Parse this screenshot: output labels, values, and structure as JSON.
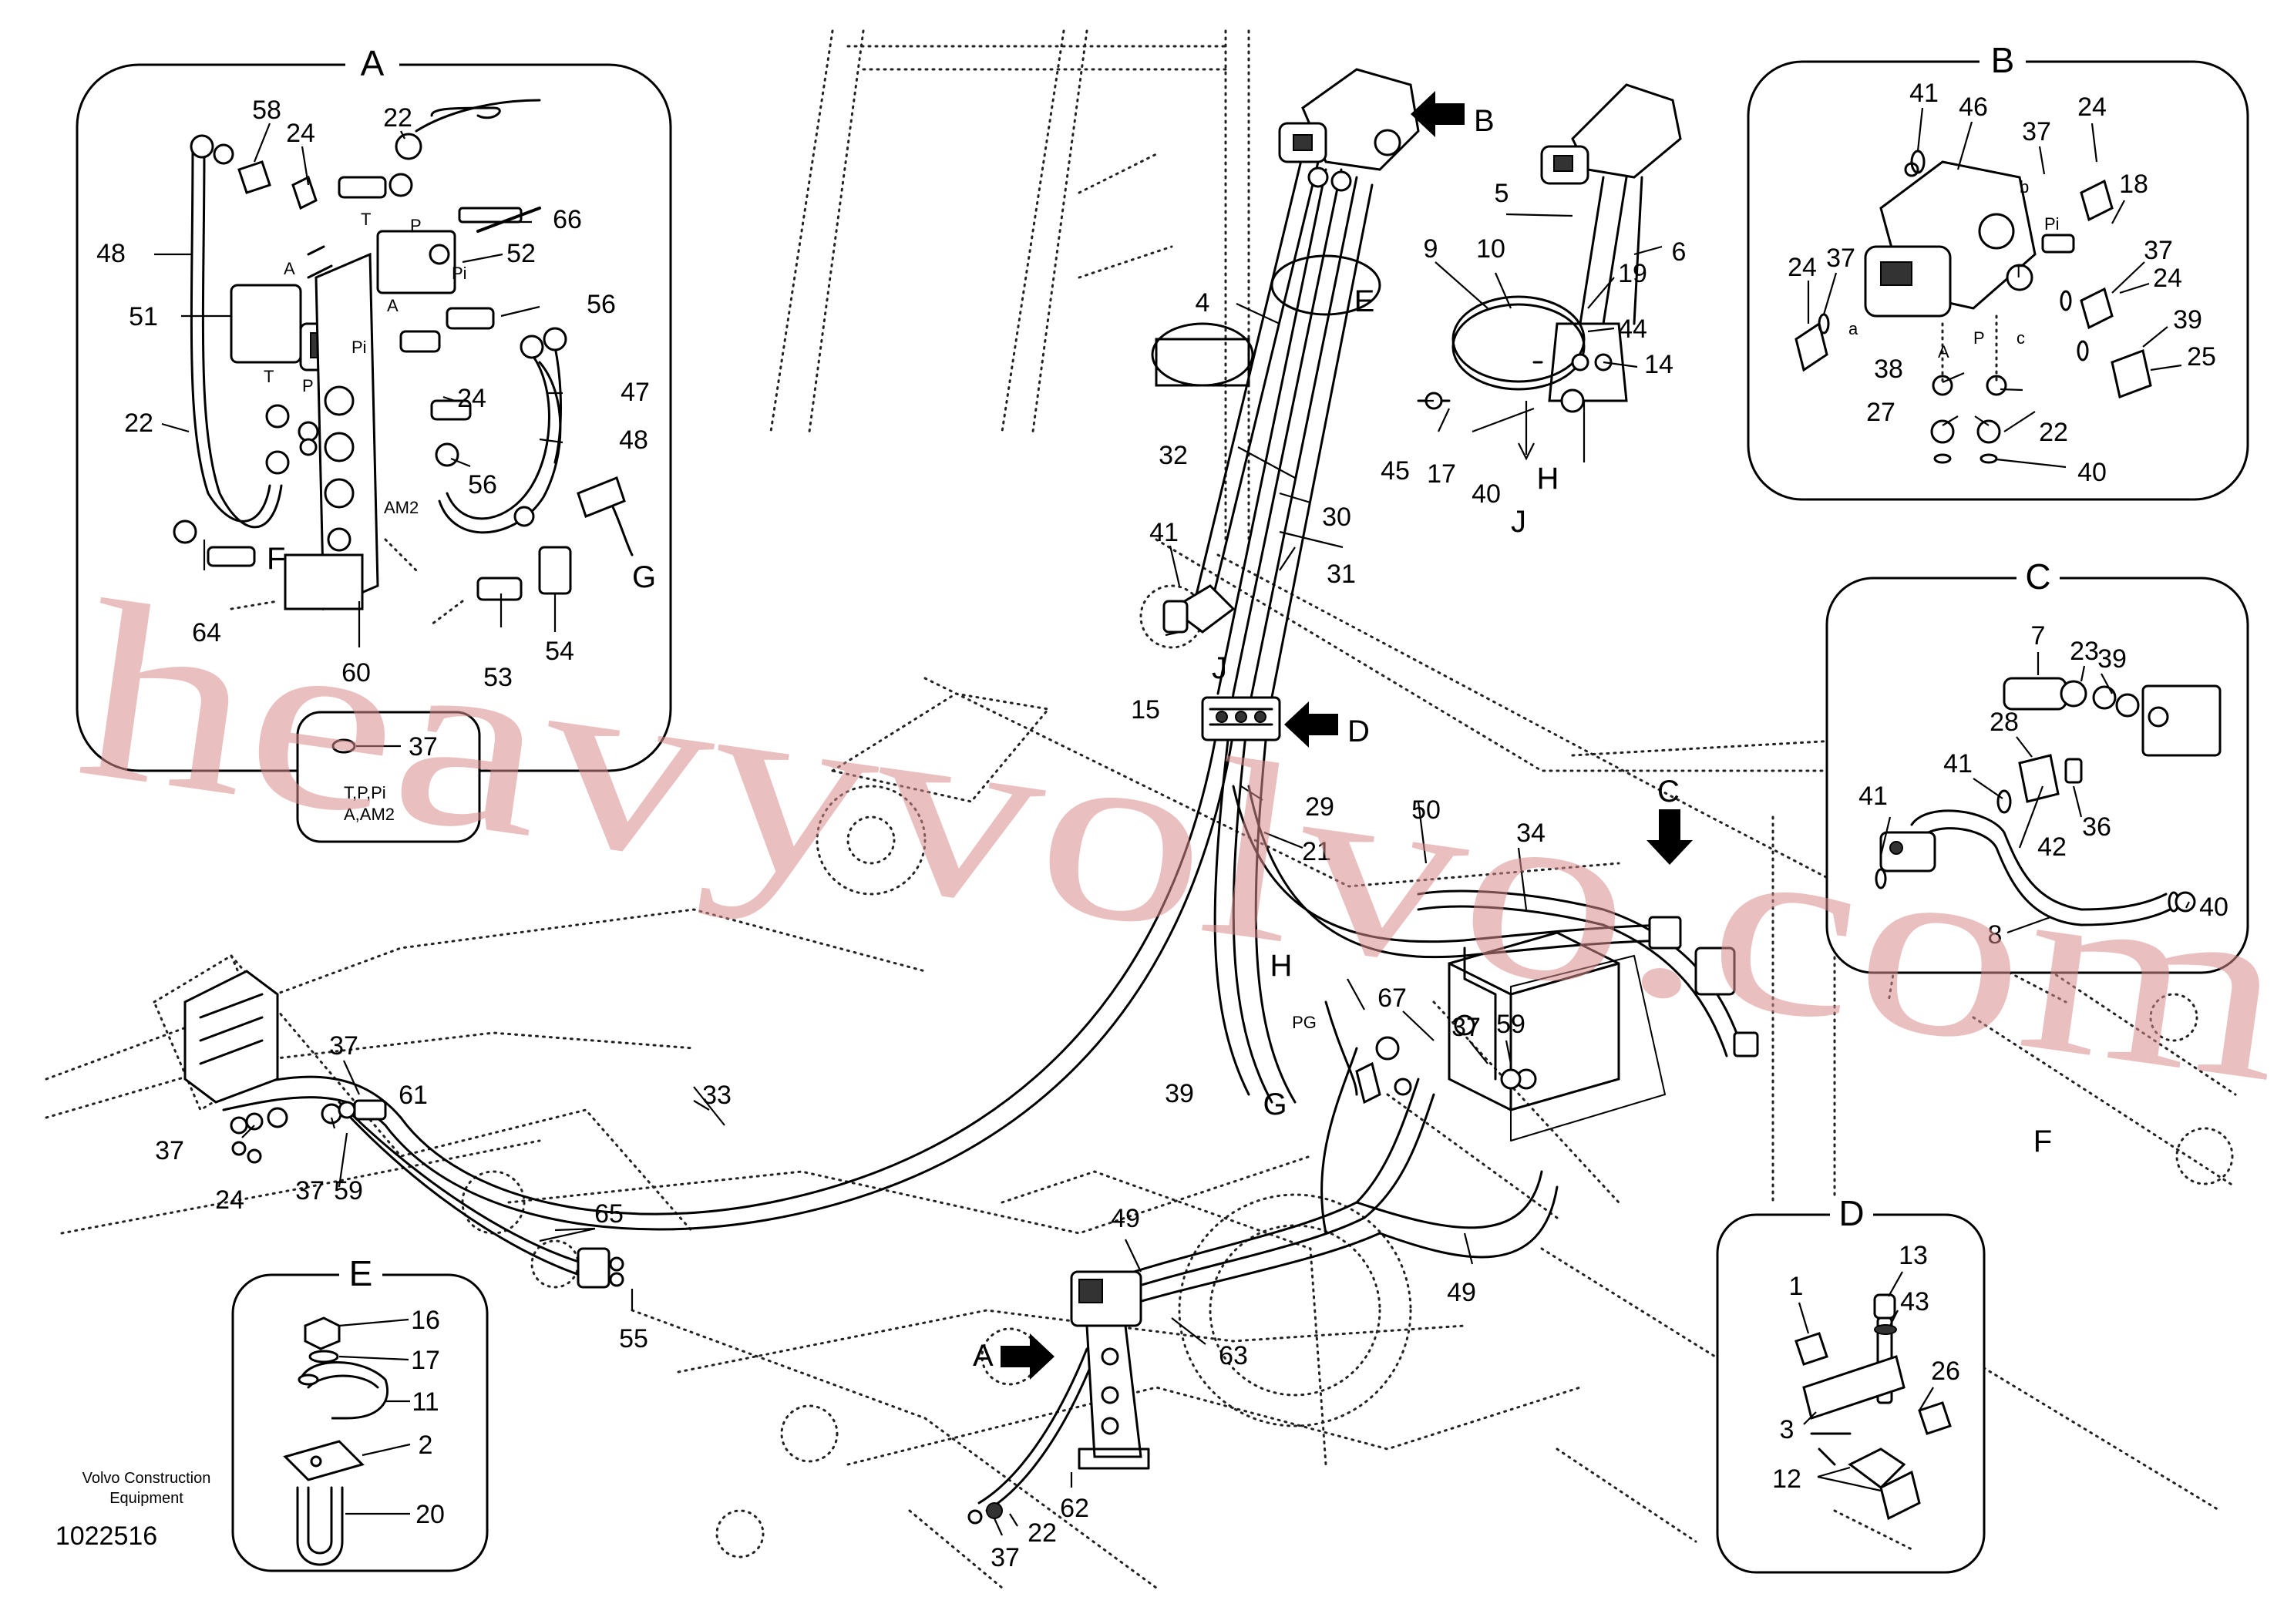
{
  "diagram": {
    "watermark": "heavyvolvo.com",
    "publisher_line1": "Volvo Construction",
    "publisher_line2": "Equipment",
    "drawing_number": "1022516"
  },
  "panels": {
    "A": {
      "title": "A",
      "labels": [
        "58",
        "24",
        "22",
        "48",
        "51",
        "22",
        "64",
        "60",
        "66",
        "52",
        "56",
        "47",
        "48",
        "24",
        "56",
        "53",
        "54"
      ],
      "ports": [
        "T",
        "P",
        "Pi",
        "A",
        "T",
        "P",
        "Pi",
        "A",
        "AM2",
        "F",
        "G"
      ]
    },
    "B": {
      "title": "B",
      "labels": [
        "41",
        "46",
        "37",
        "24",
        "18",
        "24",
        "37",
        "37",
        "24",
        "39",
        "25",
        "38",
        "27",
        "22",
        "40"
      ],
      "ports": [
        "b",
        "Pi",
        "T",
        "A",
        "P",
        "c",
        "a"
      ]
    },
    "C": {
      "title": "C",
      "labels": [
        "7",
        "23",
        "39",
        "28",
        "41",
        "41",
        "36",
        "42",
        "8",
        "40"
      ]
    },
    "D": {
      "title": "D",
      "labels": [
        "13",
        "1",
        "43",
        "26",
        "3",
        "12"
      ]
    },
    "E": {
      "title": "E",
      "labels": [
        "16",
        "17",
        "11",
        "2",
        "20"
      ]
    }
  },
  "legend": {
    "item": "37",
    "ports_line1": "T,P,Pi",
    "ports_line2": "A,AM2"
  },
  "main_labels": [
    "5",
    "6",
    "9",
    "10",
    "19",
    "44",
    "14",
    "45",
    "17",
    "40",
    "H",
    "J",
    "4",
    "E",
    "32",
    "30",
    "31",
    "41",
    "15",
    "J",
    "29",
    "21",
    "50",
    "34",
    "H",
    "PG",
    "67",
    "37",
    "59",
    "33",
    "37",
    "61",
    "37",
    "24",
    "37",
    "59",
    "65",
    "55",
    "49",
    "63",
    "62",
    "22",
    "37",
    "49",
    "39",
    "G"
  ],
  "view_arrows": [
    "B",
    "D",
    "C",
    "A"
  ],
  "refs": [
    "F"
  ]
}
